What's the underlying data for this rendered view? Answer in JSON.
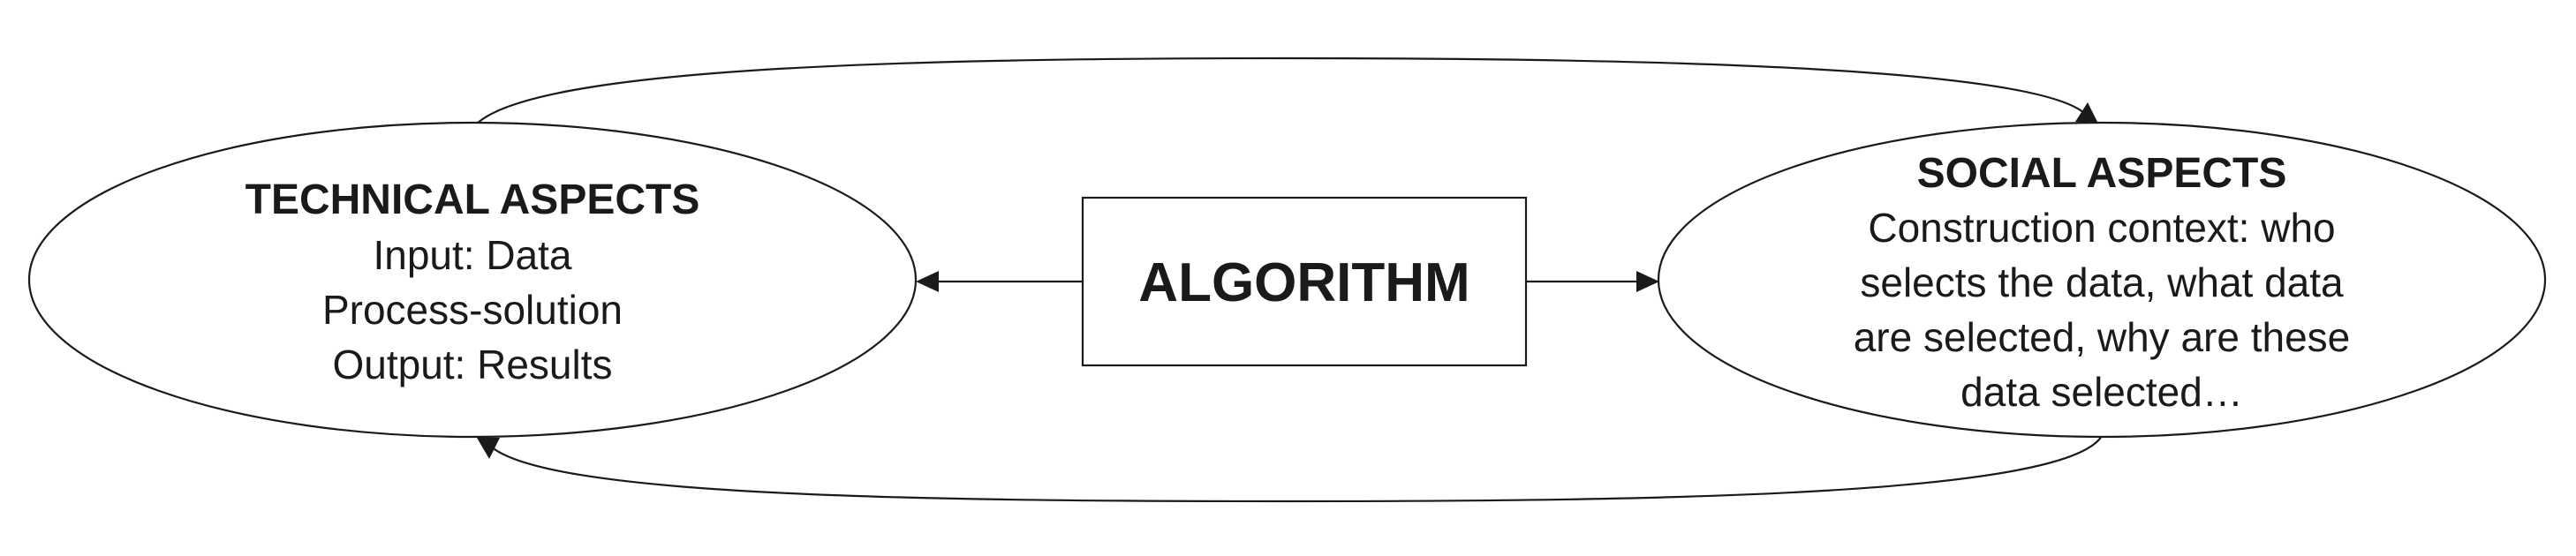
{
  "diagram": {
    "center_box": {
      "label": "ALGORITHM"
    },
    "technical": {
      "title": "TECHNICAL ASPECTS",
      "lines": [
        "Input: Data",
        "Process-solution",
        "Output: Results"
      ]
    },
    "social": {
      "title": "SOCIAL ASPECTS",
      "lines": [
        "Construction context: who",
        "selects the data, what data",
        "are selected, why are these",
        "data selected…"
      ]
    },
    "colors": {
      "stroke": "#1a1a1a",
      "background": "#ffffff"
    }
  }
}
